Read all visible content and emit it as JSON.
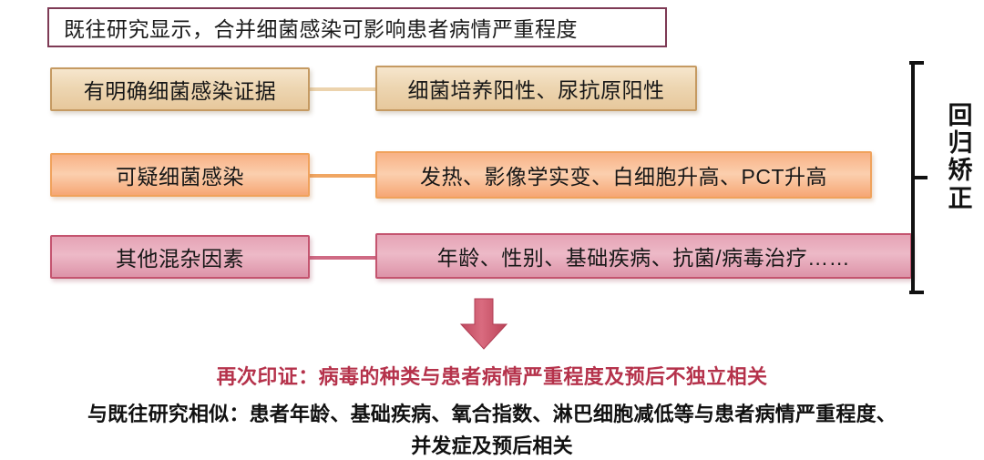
{
  "title_box": {
    "text": "既往研究显示，合并细菌感染可影响患者病情严重程度",
    "border_color": "#7e3a55"
  },
  "rows": [
    {
      "id": "row-evidence",
      "left_label": "有明确细菌感染证据",
      "right_label": "细菌培养阳性、尿抗原阳性",
      "accent_color": "#c59a62",
      "fill_color": "#edd6b2"
    },
    {
      "id": "row-suspected",
      "left_label": "可疑细菌感染",
      "right_label": "发热、影像学实变、白细胞升高、PCT升高",
      "accent_color": "#f0a25c",
      "fill_color": "#fbcfae"
    },
    {
      "id": "row-confounders",
      "left_label": "其他混杂因素",
      "right_label": "年龄、性别、基础疾病、抗菌/病毒治疗……",
      "accent_color": "#c4546f",
      "fill_color": "#edb9c7"
    }
  ],
  "brace": {
    "label_chars": [
      "回",
      "归",
      "矫",
      "正"
    ],
    "label_text": "回归矫正",
    "color": "#111111"
  },
  "arrow": {
    "direction": "down",
    "color": "#c8566c"
  },
  "conclusion": {
    "highlight_text": "再次印证：病毒的种类与患者病情严重程度及预后不独立相关",
    "highlight_color": "#b5324b",
    "body_line_1": "与既往研究相似：患者年龄、基础疾病、氧合指数、淋巴细胞减低等与患者病情严重程度、",
    "body_line_2": "并发症及预后相关",
    "body_color": "#111111"
  }
}
